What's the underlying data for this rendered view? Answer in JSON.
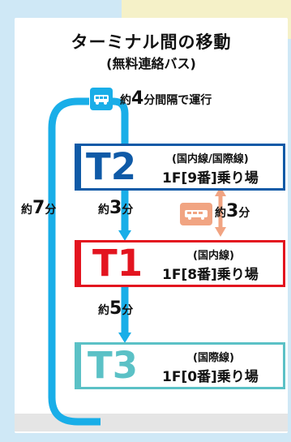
{
  "header": {
    "title": "ターミナル間の移動",
    "subtitle": "(無料連絡バス)"
  },
  "frequency": {
    "pre": "約",
    "num": "4",
    "post": "分間隔で運行"
  },
  "loop_time": {
    "pre": "約",
    "num": "7",
    "post": "分"
  },
  "t2_t1_time": {
    "pre": "約",
    "num": "3",
    "post": "分"
  },
  "shuttle_time": {
    "pre": "約",
    "num": "3",
    "post": "分"
  },
  "t1_t3_time": {
    "pre": "約",
    "num": "5",
    "post": "分"
  },
  "terminals": [
    {
      "code": "T2",
      "type": "(国内線/国際線)",
      "platform": "1F[9番]乗り場"
    },
    {
      "code": "T1",
      "type": "(国内線)",
      "platform": "1F[8番]乗り場"
    },
    {
      "code": "T3",
      "type": "(国際線)",
      "platform": "1F[0番]乗り場"
    }
  ],
  "colors": {
    "loop": "#19aee8",
    "t2": "#0f5aa7",
    "t1": "#e3141f",
    "t3": "#5bc1c6",
    "shuttle": "#f1a482"
  },
  "icons": [
    "bus-icon",
    "bus-icon-orange",
    "up-down-arrow-icon"
  ]
}
